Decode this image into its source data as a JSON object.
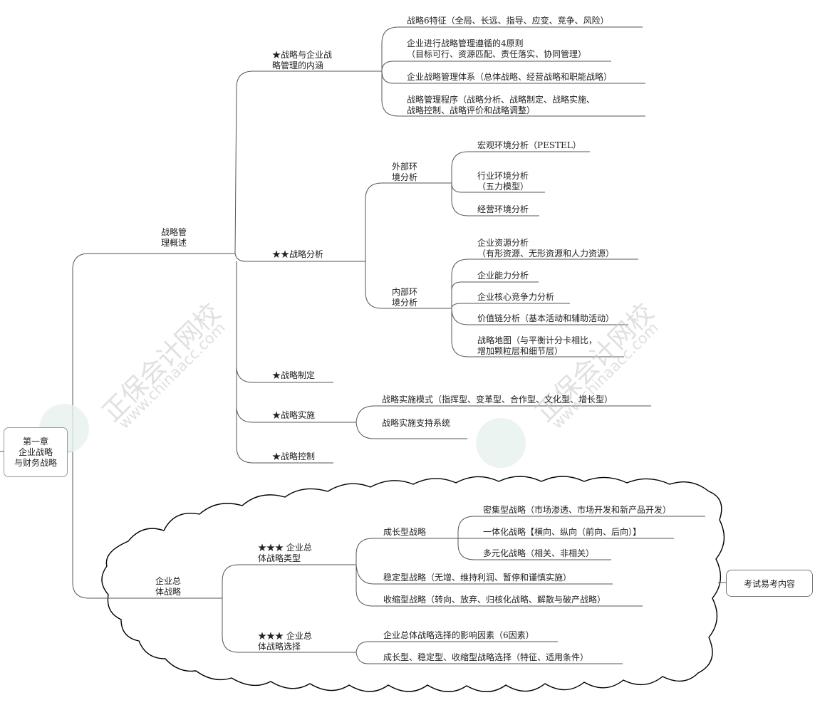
{
  "root": {
    "label": "第一章\n企业战略\n与财务战略"
  },
  "branches": {
    "overview": {
      "label": "战略管\n理概述",
      "connotation": {
        "label": "★战略与企业战\n略管理的内涵",
        "items": [
          "战略6特征（全局、长远、指导、应变、竞争、风险）",
          "企业进行战略管理遵循的4原则\n（目标可行、资源匹配、责任落实、协同管理）",
          "企业战略管理体系（总体战略、经营战略和职能战略）",
          "战略管理程序（战略分析、战略制定、战略实施、\n战略控制、战略评价和战略调整）"
        ]
      },
      "analysis": {
        "label": "★★战略分析",
        "external": {
          "label": "外部环\n境分析",
          "items": [
            "宏观环境分析（PESTEL）",
            "行业环境分析\n（五力模型）",
            "经营环境分析"
          ]
        },
        "internal": {
          "label": "内部环\n境分析",
          "items": [
            "企业资源分析\n（有形资源、无形资源和人力资源）",
            "企业能力分析",
            "企业核心竞争力分析",
            "价值链分析（基本活动和辅助活动）",
            "战略地图（与平衡计分卡相比，\n增加颗粒层和细节层）"
          ]
        }
      },
      "formulation": {
        "label": "★战略制定"
      },
      "implementation": {
        "label": "★战略实施",
        "items": [
          "战略实施模式（指挥型、变革型、合作型、文化型、增长型）",
          "战略实施支持系统"
        ]
      },
      "control": {
        "label": "★战略控制"
      }
    },
    "corporate": {
      "label": "企业总\n体战略",
      "types": {
        "label": "★★★ 企业总\n体战略类型",
        "growth": {
          "label": "成长型战略",
          "items": [
            "密集型战略（市场渗透、市场开发和新产品开发）",
            "一体化战略【横向、纵向（前向、后向）】",
            "多元化战略（相关、非相关）"
          ]
        },
        "stable": "稳定型战略（无增、维持利润、暂停和谨慎实施）",
        "retrench": "收缩型战略（转向、放弃、归核化战略、解散与破产战略）"
      },
      "choice": {
        "label": "★★★ 企业总\n体战略选择",
        "items": [
          "企业总体战略选择的影响因素（6因素）",
          "成长型、稳定型、收缩型战略选择（特征、适用条件）"
        ]
      }
    }
  },
  "callout": {
    "label": "考试易考内容"
  },
  "watermark": {
    "brand": "正保会计网校",
    "url": "www.chinaacc.com"
  },
  "colors": {
    "line": "#555555",
    "cloud": "#000000",
    "watermark": "#c8c8c8"
  }
}
